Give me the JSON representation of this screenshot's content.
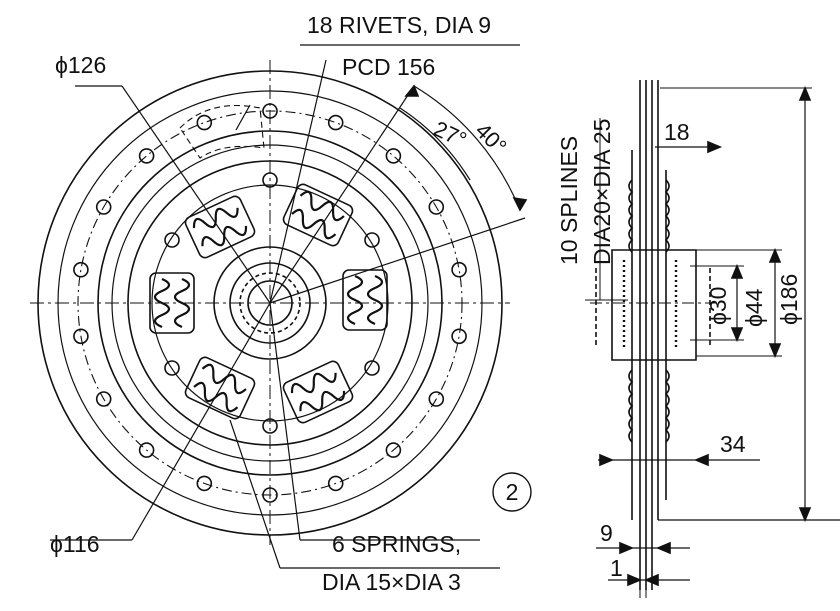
{
  "labels": {
    "rivets": "18 RIVETS, DIA 9",
    "pcd": "PCD 156",
    "d126": "ϕ126",
    "d116": "ϕ116",
    "angle27": "27°",
    "angle40": "40°",
    "springs": "6 SPRINGS,",
    "spring_dims": "DIA 15×DIA 3",
    "part_no": "2",
    "splines": "10 SPLINES",
    "spline_dims": "DIA20×DIA 25",
    "dim18": "18",
    "d30": "ϕ30",
    "d44": "ϕ44",
    "d186": "ϕ186",
    "dim34": "34",
    "dim9": "9",
    "dim1": "1"
  }
}
